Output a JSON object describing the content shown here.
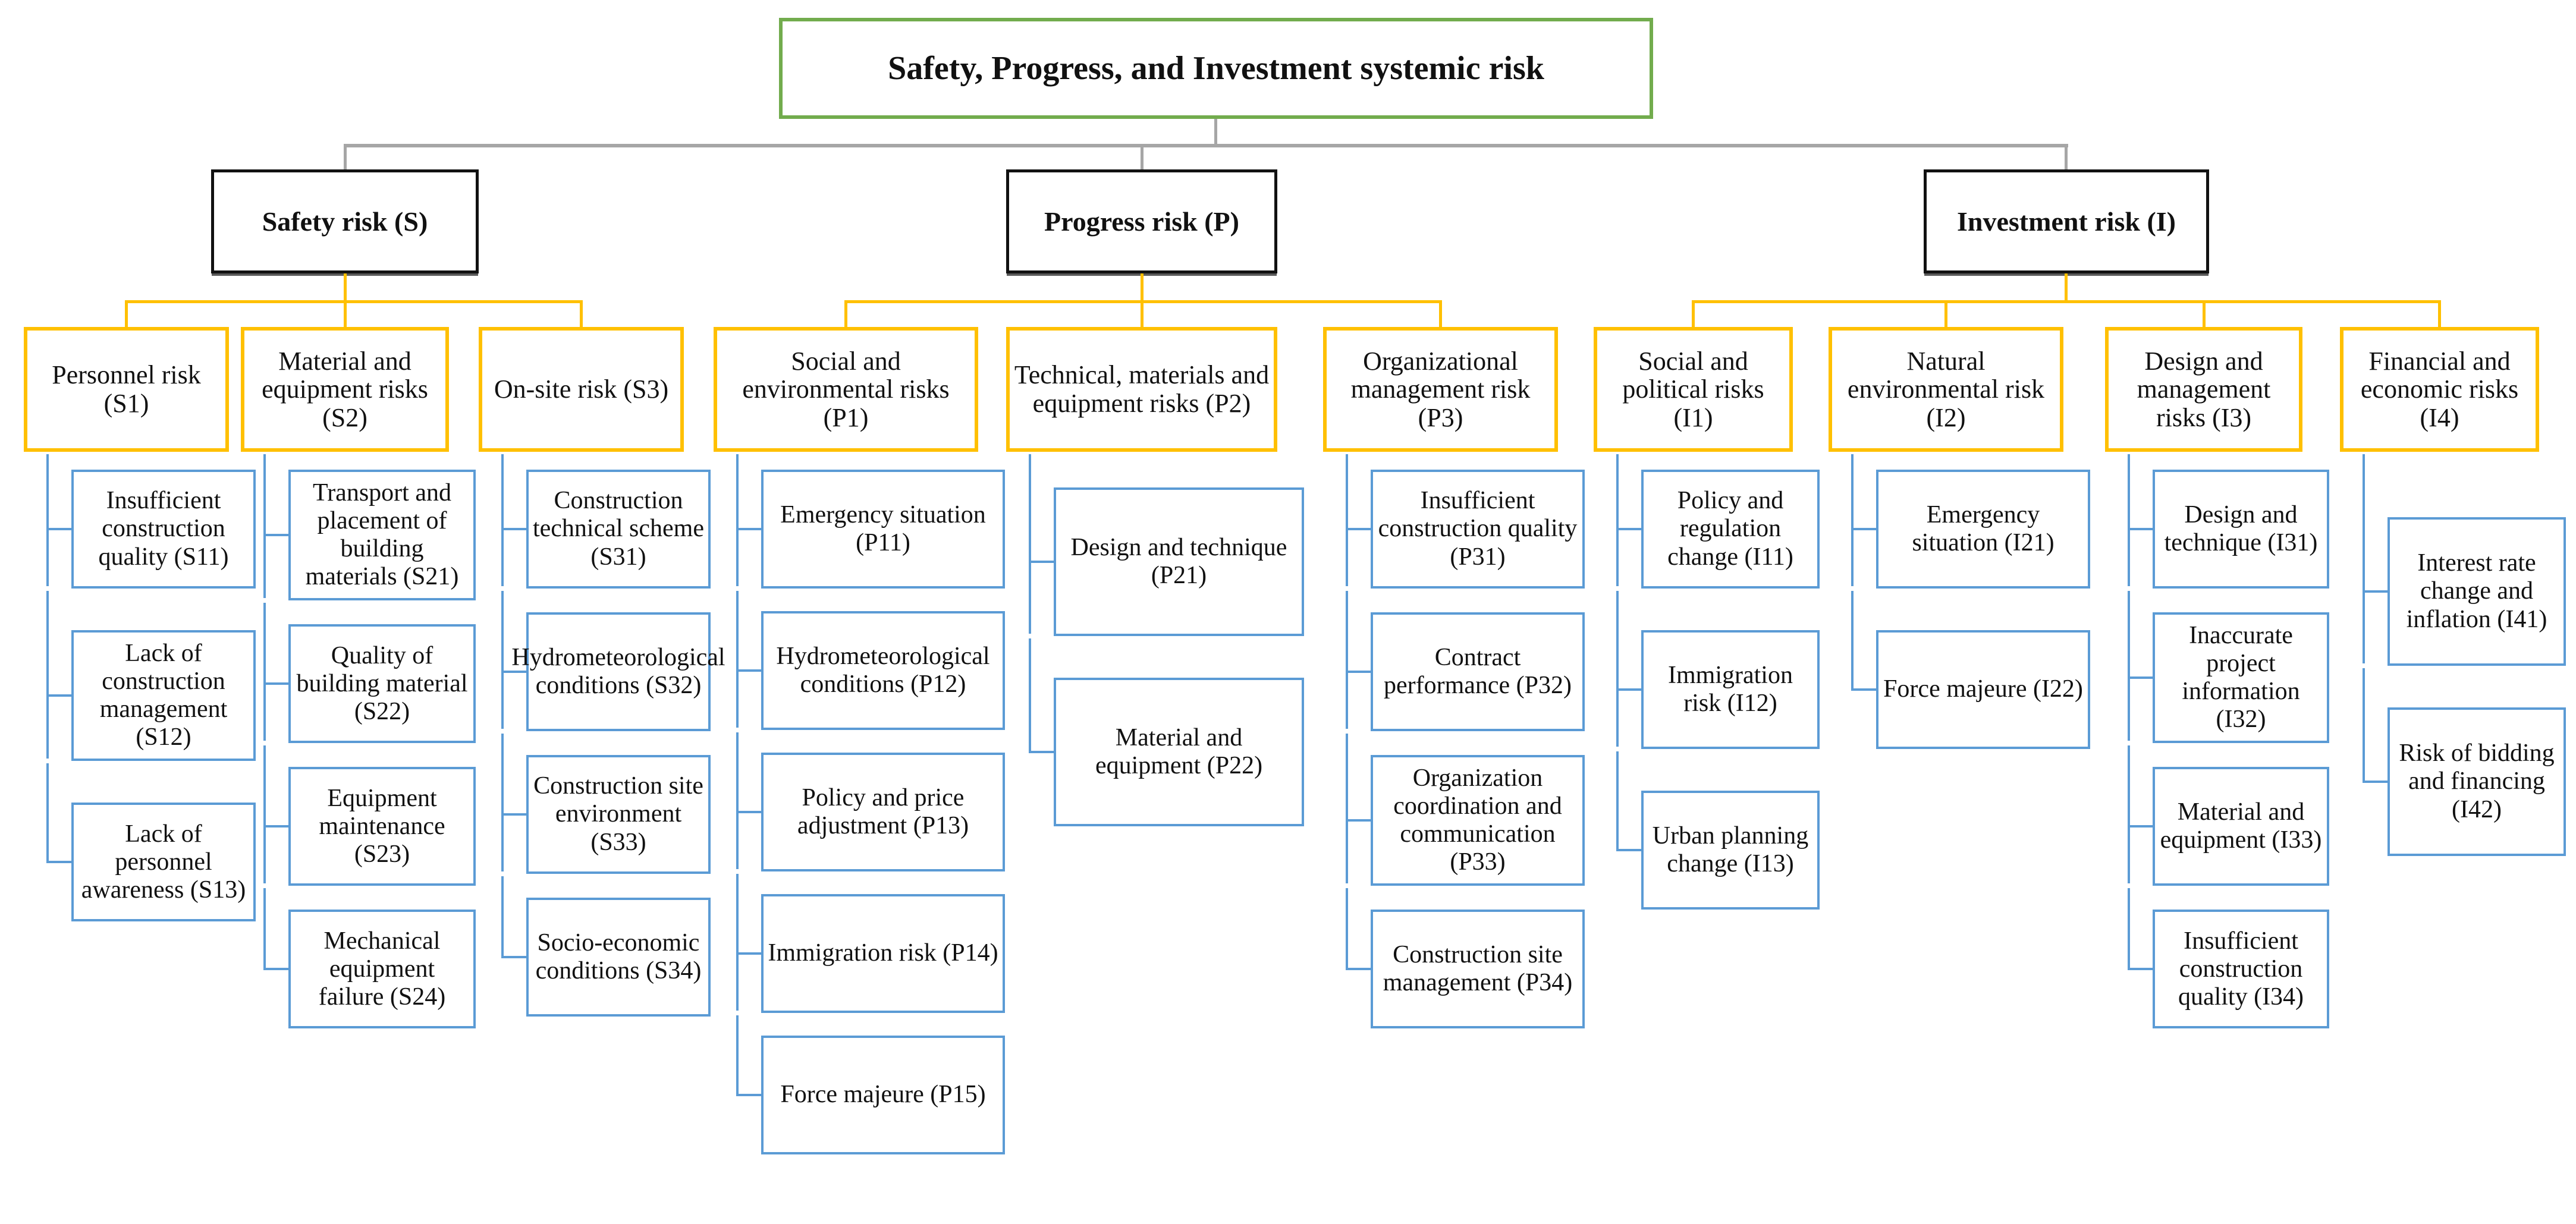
{
  "root": {
    "label": "Safety, Progress, and Investment systemic risk"
  },
  "branches": [
    {
      "id": "S",
      "label": "Safety risk (S)",
      "children": [
        {
          "id": "S1",
          "label": "Personnel risk (S1)",
          "leaves": [
            "Insufficient construction quality (S11)",
            "Lack of construction management (S12)",
            "Lack of personnel awareness (S13)"
          ]
        },
        {
          "id": "S2",
          "label": "Material and equipment risks (S2)",
          "leaves": [
            "Transport and placement of building materials (S21)",
            "Quality of building material (S22)",
            "Equipment maintenance (S23)",
            "Mechanical equipment failure (S24)"
          ]
        },
        {
          "id": "S3",
          "label": "On-site risk (S3)",
          "leaves": [
            "Construction technical scheme (S31)",
            "Hydrometeorological conditions (S32)",
            "Construction site environment (S33)",
            "Socio-economic conditions (S34)"
          ]
        }
      ]
    },
    {
      "id": "P",
      "label": "Progress risk (P)",
      "children": [
        {
          "id": "P1",
          "label": "Social and environmental risks (P1)",
          "leaves": [
            "Emergency situation (P11)",
            "Hydrometeorological conditions (P12)",
            "Policy and price adjustment (P13)",
            "Immigration risk (P14)",
            "Force majeure (P15)"
          ]
        },
        {
          "id": "P2",
          "label": "Technical, materials and equipment risks (P2)",
          "leaves": [
            "Design and technique (P21)",
            "Material and equipment (P22)"
          ]
        },
        {
          "id": "P3",
          "label": "Organizational management risk (P3)",
          "leaves": [
            "Insufficient construction quality (P31)",
            "Contract performance (P32)",
            "Organization coordination and communication (P33)",
            "Construction site management (P34)"
          ]
        }
      ]
    },
    {
      "id": "I",
      "label": "Investment risk (I)",
      "children": [
        {
          "id": "I1",
          "label": "Social and political risks (I1)",
          "leaves": [
            "Policy and regulation change (I11)",
            "Immigration risk (I12)",
            "Urban planning change (I13)"
          ]
        },
        {
          "id": "I2",
          "label": "Natural environmental risk (I2)",
          "leaves": [
            "Emergency situation (I21)",
            "Force majeure (I22)"
          ]
        },
        {
          "id": "I3",
          "label": "Design and management risks (I3)",
          "leaves": [
            "Design and technique (I31)",
            "Inaccurate project information (I32)",
            "Material and equipment (I33)",
            "Insufficient construction quality (I34)"
          ]
        },
        {
          "id": "I4",
          "label": "Financial and economic risks (I4)",
          "leaves": [
            "Interest rate change and inflation (I41)",
            "Risk of bidding and financing (I42)"
          ]
        }
      ]
    }
  ],
  "colors": {
    "root_border": "#72ac4d",
    "level1_border": "#111111",
    "level2_border": "#FFC000",
    "leaf_border": "#5B9BD5",
    "connector_gray": "#A6A6A6",
    "text": "#111111"
  }
}
